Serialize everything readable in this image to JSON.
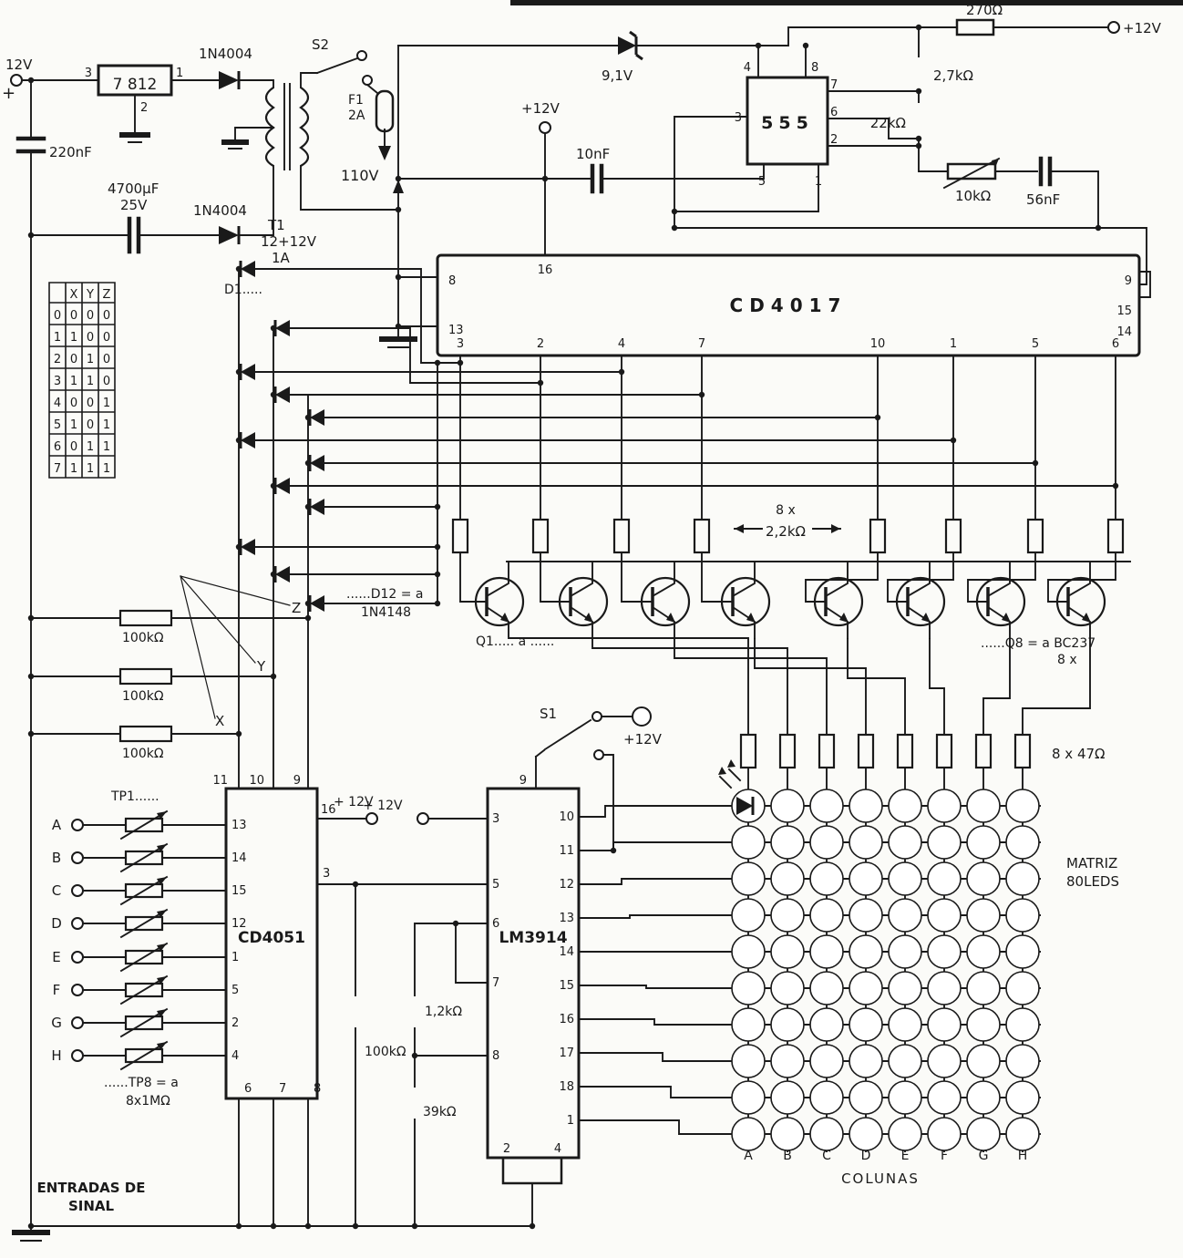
{
  "colors": {
    "ink": "#1a1a1a",
    "paper": "#fbfbf8"
  },
  "power": {
    "v12": "12V",
    "plus": "+",
    "reg": "7 812",
    "reg_p3": "3",
    "reg_p1": "1",
    "reg_p2": "2",
    "c220": "220nF",
    "c4700": "4700µF",
    "c4700_v": "25V",
    "d_top": "1N4004",
    "d_bot": "1N4004",
    "t1": "T1",
    "t1_s": "12+12V",
    "t1_a": "1A",
    "s2": "S2",
    "f1": "F1",
    "f1_a": "2A",
    "mains": "110V"
  },
  "timer": {
    "ic": "555",
    "zener": "9,1V",
    "p4": "4",
    "p8": "8",
    "p7": "7",
    "p6": "6",
    "p2": "2",
    "p3": "3",
    "p5": "5",
    "p1": "1",
    "r270": "270Ω",
    "vcc": "+12V",
    "r27": "2,7kΩ",
    "r22": "22kΩ",
    "pot": "10kΩ",
    "c56": "56nF",
    "c10": "10nF",
    "vcc2": "+12V"
  },
  "counter": {
    "ic": "CD4017",
    "p8": "8",
    "p16": "16",
    "p13": "13",
    "p9": "9",
    "p15": "15",
    "p14": "14",
    "bottom": [
      "3",
      "2",
      "4",
      "7",
      "10",
      "1",
      "5",
      "6"
    ]
  },
  "table": {
    "headers": [
      "X",
      "Y",
      "Z"
    ],
    "rows": [
      [
        "0",
        "0",
        "0",
        "0"
      ],
      [
        "1",
        "1",
        "0",
        "0"
      ],
      [
        "2",
        "0",
        "1",
        "0"
      ],
      [
        "3",
        "1",
        "1",
        "0"
      ],
      [
        "4",
        "0",
        "0",
        "1"
      ],
      [
        "5",
        "1",
        "0",
        "1"
      ],
      [
        "6",
        "0",
        "1",
        "1"
      ],
      [
        "7",
        "1",
        "1",
        "1"
      ]
    ]
  },
  "decoder": {
    "d1": "D1.....",
    "d12": "......D12 = a",
    "d12b": "1N4148",
    "z": "Z",
    "y": "Y",
    "x": "X",
    "r1": "100kΩ",
    "r2": "100kΩ",
    "r3": "100kΩ"
  },
  "drivers": {
    "rlabel1": "8 x",
    "rlabel2": "2,2kΩ",
    "q1": "Q1..... a ......",
    "q8": "......Q8 = a BC237",
    "q8b": "8 x",
    "r47": "8 x 47Ω"
  },
  "switch1": {
    "s1": "S1",
    "vcc": "+12V"
  },
  "selector": {
    "ic": "CD4051",
    "top": [
      "11",
      "10",
      "9"
    ],
    "left": [
      "13",
      "14",
      "15",
      "12",
      "1",
      "5",
      "2",
      "4"
    ],
    "p16": "16",
    "p3": "3",
    "bottom": [
      "6",
      "7",
      "8"
    ],
    "vcc": "+ 12V"
  },
  "bar": {
    "ic": "LM3914",
    "p9": "9",
    "p3": "3",
    "vcc": "+ 12V",
    "left": [
      "5",
      "6",
      "7",
      "8"
    ],
    "right": [
      "10",
      "11",
      "12",
      "13",
      "14",
      "15",
      "16",
      "17",
      "18",
      "1"
    ],
    "p2": "2",
    "p4": "4",
    "r100k": "100kΩ",
    "r12": "1,2kΩ",
    "r39": "39kΩ"
  },
  "inputs": {
    "labels": [
      "A",
      "B",
      "C",
      "D",
      "E",
      "F",
      "G",
      "H"
    ],
    "tp1": "TP1......",
    "tp8": "......TP8 = a",
    "tp8b": "8x1MΩ"
  },
  "display": {
    "m1": "MATRIZ",
    "m2": "80LEDS",
    "cols": [
      "A",
      "B",
      "C",
      "D",
      "E",
      "F",
      "G",
      "H"
    ],
    "colunas": "COLUNAS"
  },
  "footer": {
    "l1": "ENTRADAS DE",
    "l2": "SINAL"
  }
}
